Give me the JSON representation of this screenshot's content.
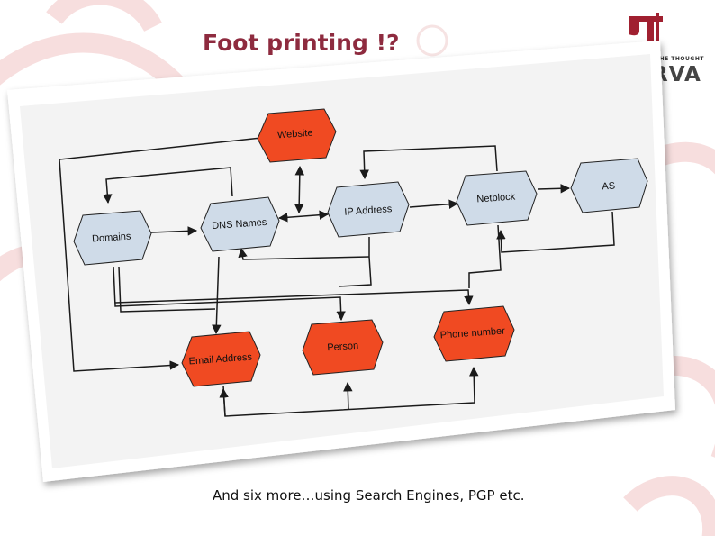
{
  "slide": {
    "title": "Foot printing !?",
    "caption": "And six more…using Search Engines, PGP etc."
  },
  "logo": {
    "tagline": "THE THOUGHT",
    "name": "RVA"
  },
  "colors": {
    "title": "#8e2b3f",
    "red_node": "#f04a22",
    "blue_node": "#cfdbe8",
    "arrow": "#1a1a1a",
    "card_bg": "#ffffff",
    "diagram_bg": "#f3f3f3"
  },
  "diagram": {
    "nodes": {
      "website": "Website",
      "domains": "Domains",
      "dns_names": "DNS Names",
      "ip_address": "IP Address",
      "netblock": "Netblock",
      "as": "AS",
      "email_address": "Email Address",
      "person": "Person",
      "phone_number": "Phone number"
    }
  }
}
